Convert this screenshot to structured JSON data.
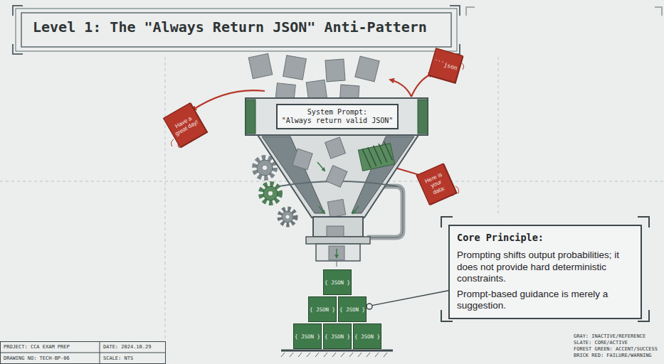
{
  "diagram": {
    "title": "Level 1: The \"Always Return JSON\" Anti-Pattern",
    "nodes": [
      {
        "text": [
          "```json"
        ]
      },
      {
        "text": [
          "System Prompt:",
          "\"Always return valid JSON\""
        ]
      },
      {
        "text": [
          "Have a great day!"
        ]
      },
      {
        "text": [
          "Here is your data:"
        ]
      },
      {
        "text": [
          "Core Principle:",
          "Prompting shifts output probabilities; it does not provide hard deterministic constraints.",
          "Prompt-based guidance is merely a suggestion."
        ]
      },
      {
        "text": [
          "{ JSON }"
        ]
      },
      {
        "text": [
          "{ JSON }"
        ]
      },
      {
        "text": [
          "{ JSON }"
        ]
      },
      {
        "text": [
          "{ JSON }"
        ]
      },
      {
        "text": [
          "{ JSON }"
        ]
      },
      {
        "text": [
          "{ JSON }"
        ]
      }
    ],
    "edges": [
      {
        "from": 4,
        "to": 7,
        "arrow": "none"
      }
    ],
    "labels": [
      "PROJECT: CCA EXAM PREP",
      "DATE: 2024.10.29",
      "DRAWING NO: TECH-BP-06",
      "SCALE: NTS",
      "GRAY: INACTIVE/REFERENCE",
      "SLATE: CORE/ACTIVE",
      "FOREST GREEN: ACCENT/SUCCESS",
      "BRICK RED: FAILURE/WARNING"
    ]
  }
}
